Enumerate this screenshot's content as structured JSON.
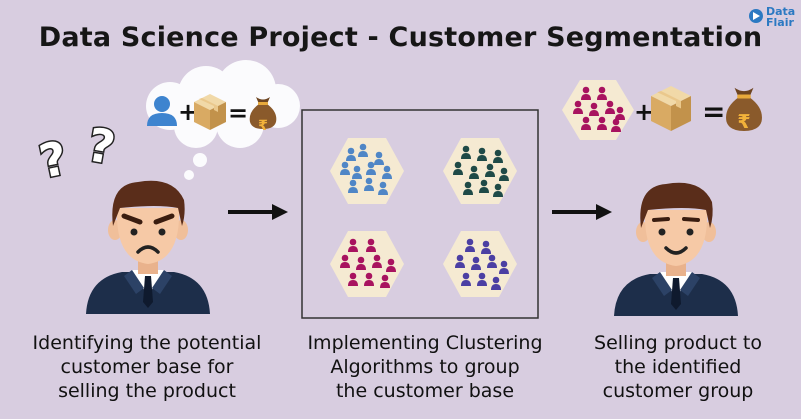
{
  "title": "Data Science Project - Customer Segmentation",
  "logo": {
    "line1": "Data",
    "line2": "Flair"
  },
  "captions": [
    {
      "line1": "Identifying the potential",
      "line2": "customer base for",
      "line3": "selling the product"
    },
    {
      "line1": "Implementing Clustering",
      "line2": "Algorithms to group",
      "line3": "the customer base"
    },
    {
      "line1": "Selling product to",
      "line2": "the identified",
      "line3": "customer group"
    }
  ],
  "symbols": {
    "plus": "+",
    "equals": "=",
    "rupee": "₹"
  },
  "colors": {
    "background": "#d8cde0",
    "hexagon": "#f5ead2",
    "cluster_blue": "#4f86c6",
    "cluster_teal": "#1e4a47",
    "cluster_magenta": "#a8135f",
    "cluster_purple": "#4b3fa3",
    "suit": "#1d2e4a",
    "skin": "#f6c9a6",
    "hair": "#5a2d1a",
    "moneybag": "#8a5a2b"
  },
  "icons": [
    "question-marks-icon",
    "thought-cloud-icon",
    "user-icon",
    "box-icon",
    "money-bag-icon",
    "arrow-right-icon",
    "cluster-icon"
  ]
}
